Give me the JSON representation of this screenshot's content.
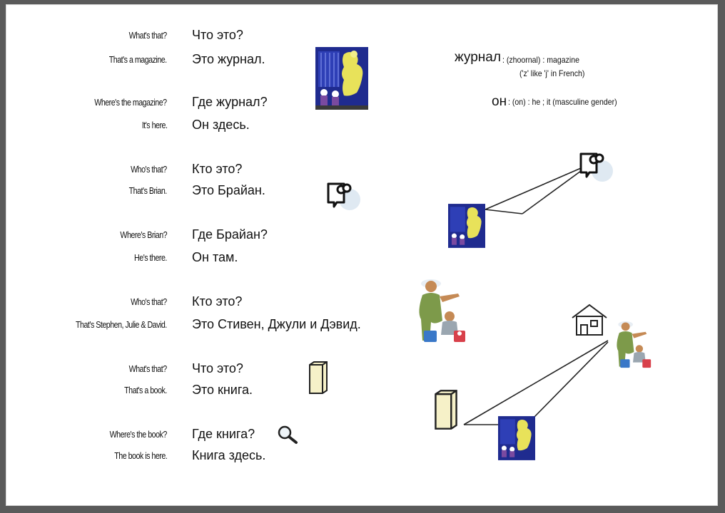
{
  "lines": [
    {
      "en": "What's that?",
      "ru": "Что это?"
    },
    {
      "en": "That's a magazine.",
      "ru": "Это журнал."
    },
    {
      "en": "Where's the magazine?",
      "ru": "Где журнал?"
    },
    {
      "en": "It's here.",
      "ru": "Он здесь."
    },
    {
      "en": "Who's that?",
      "ru": "Кто это?"
    },
    {
      "en": "That's Brian.",
      "ru": "Это Брайан."
    },
    {
      "en": "Where's Brian?",
      "ru": "Где Брайан?"
    },
    {
      "en": "He's there.",
      "ru": "Он там."
    },
    {
      "en": "Who's that?",
      "ru": "Кто это?"
    },
    {
      "en": "That's Stephen, Julie & David.",
      "ru": "Это Стивен, Джули и Дэвид."
    },
    {
      "en": "What's that?",
      "ru": "Что это?"
    },
    {
      "en": "That's a book.",
      "ru": "Это книга."
    },
    {
      "en": "Where's the book?",
      "ru": "Где книга?"
    },
    {
      "en": "The book is here.",
      "ru": "Книга здесь."
    }
  ],
  "notes": {
    "zhurnal_word": "журнал",
    "zhurnal_gloss": ": (zhoornal) : magazine",
    "zhurnal_hint": "('z' like 'j' in French)",
    "on_word": "он",
    "on_gloss": ": (on) : he ; it (masculine gender)"
  },
  "icons": {
    "magazine": "magazine-icon",
    "person": "person-icon",
    "people": "people-icon",
    "book": "book-icon",
    "magnifier": "magnifier-icon",
    "house": "house-icon"
  }
}
